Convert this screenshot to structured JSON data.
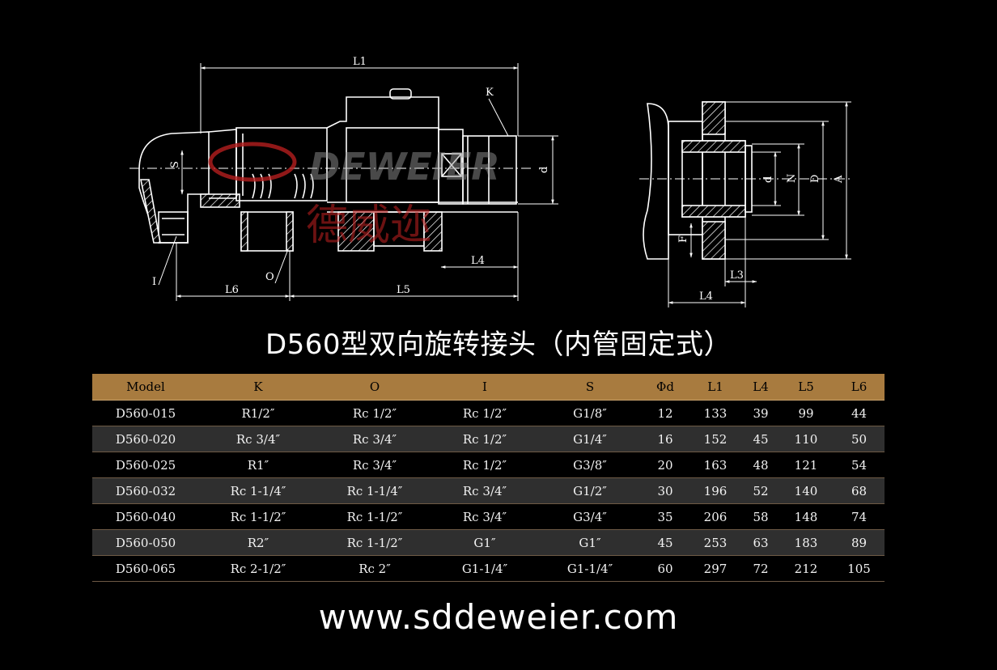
{
  "drawing": {
    "brand_watermark": "DEWEIER",
    "cn_watermark": "德威迩",
    "labels": {
      "L1": "L1",
      "K": "K",
      "S": "S",
      "d": "d",
      "I": "I",
      "O": "O",
      "L4": "L4",
      "L5": "L5",
      "L6": "L6",
      "side_d": "d",
      "side_N": "N",
      "side_D": "D",
      "side_A": "A",
      "side_F": "F",
      "side_L3": "L3",
      "side_L4": "L4"
    }
  },
  "title": "D560型双向旋转接头（内管固定式）",
  "table": {
    "headers": [
      "Model",
      "K",
      "O",
      "I",
      "S",
      "Φd",
      "L1",
      "L4",
      "L5",
      "L6"
    ],
    "rows": [
      [
        "D560-015",
        "R1/2″",
        "Rc 1/2″",
        "Rc 1/2″",
        "G1/8″",
        "12",
        "133",
        "39",
        "99",
        "44"
      ],
      [
        "D560-020",
        "Rc 3/4″",
        "Rc 3/4″",
        "Rc 1/2″",
        "G1/4″",
        "16",
        "152",
        "45",
        "110",
        "50"
      ],
      [
        "D560-025",
        "R1″",
        "Rc 3/4″",
        "Rc 1/2″",
        "G3/8″",
        "20",
        "163",
        "48",
        "121",
        "54"
      ],
      [
        "D560-032",
        "Rc 1-1/4″",
        "Rc 1-1/4″",
        "Rc 3/4″",
        "G1/2″",
        "30",
        "196",
        "52",
        "140",
        "68"
      ],
      [
        "D560-040",
        "Rc 1-1/2″",
        "Rc 1-1/2″",
        "Rc 3/4″",
        "G3/4″",
        "35",
        "206",
        "58",
        "148",
        "74"
      ],
      [
        "D560-050",
        "R2″",
        "Rc 1-1/2″",
        "G1″",
        "G1″",
        "45",
        "253",
        "63",
        "183",
        "89"
      ],
      [
        "D560-065",
        "Rc 2-1/2″",
        "Rc 2″",
        "G1-1/4″",
        "G1-1/4″",
        "60",
        "297",
        "72",
        "212",
        "105"
      ]
    ]
  },
  "website": "www.sddeweier.com",
  "colors": {
    "header_bg": "#a87b3f",
    "row_alt_bg": "#2f2f2f",
    "watermark": "#b51f1f"
  }
}
